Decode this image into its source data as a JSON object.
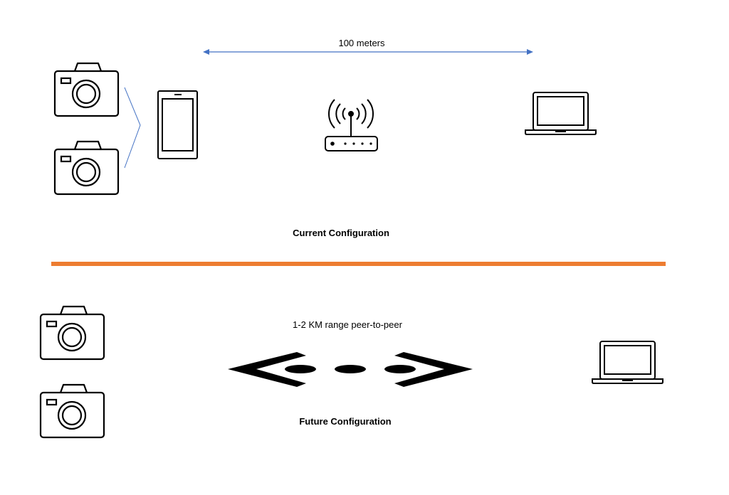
{
  "current": {
    "distance_label": "100 meters",
    "caption": "Current Configuration"
  },
  "future": {
    "range_label": "1-2 KM range peer-to-peer",
    "caption": "Future Configuration"
  },
  "colors": {
    "arrow": "#4472c4",
    "divider": "#ed7d31",
    "icon": "#000000"
  }
}
